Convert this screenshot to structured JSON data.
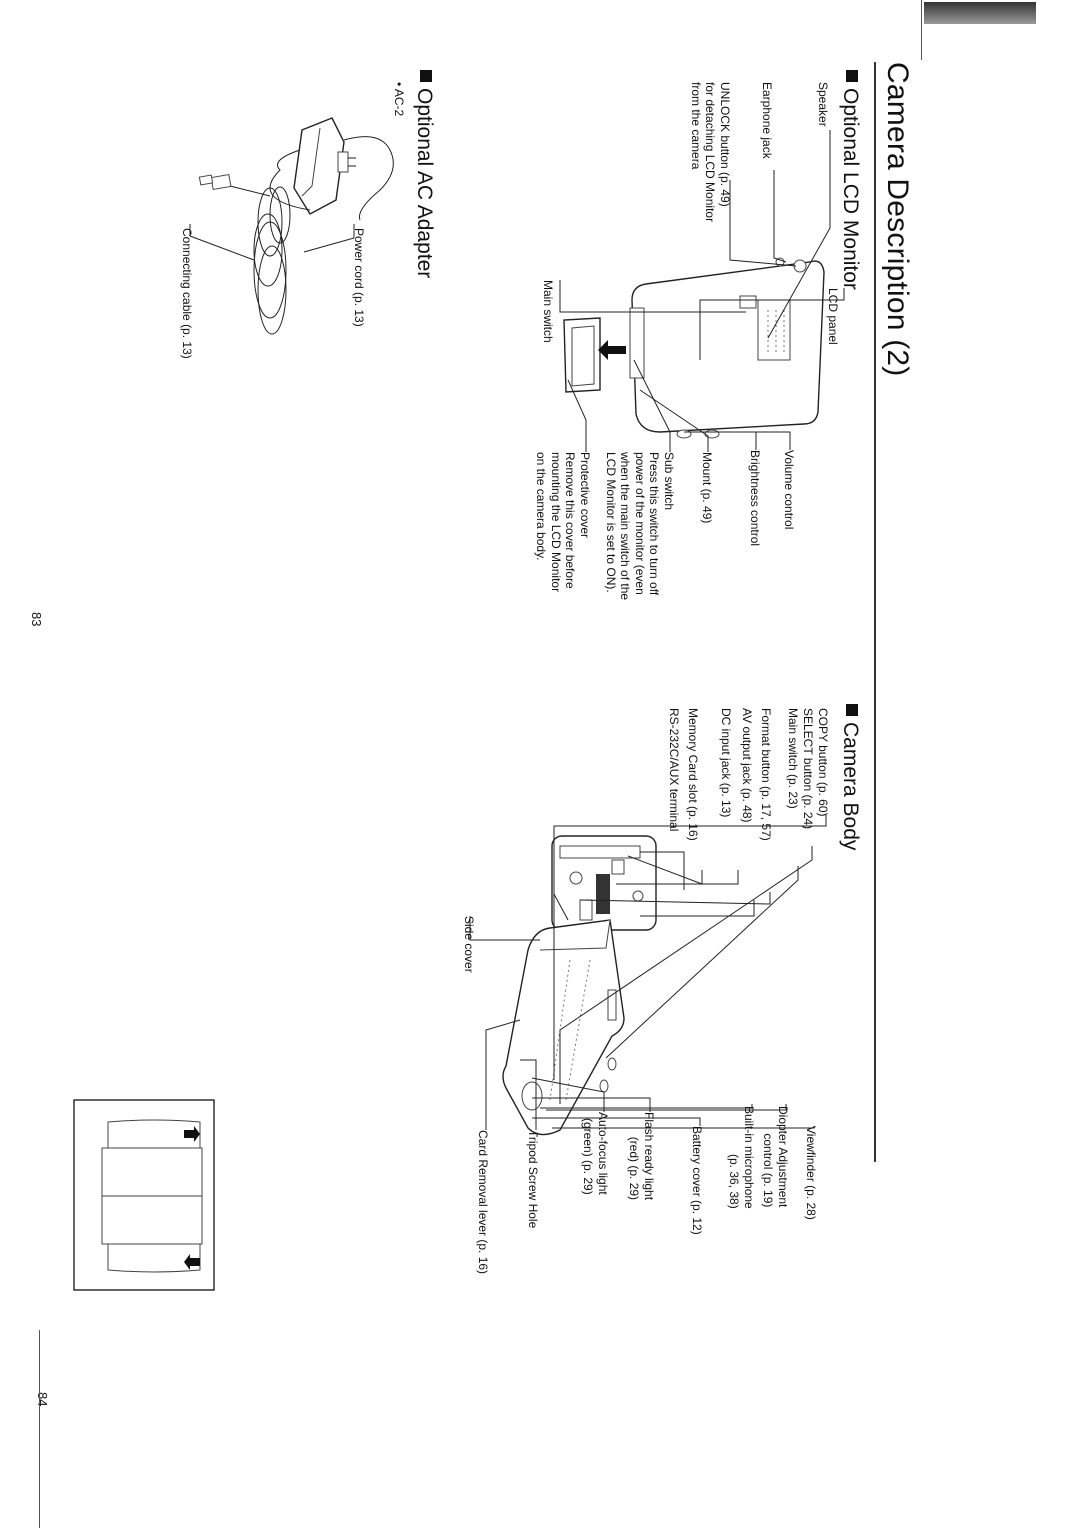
{
  "document": {
    "title": "Camera Description (2)",
    "left_page_number": "83",
    "right_page_number": "84"
  },
  "lcd_monitor": {
    "heading": "Optional LCD Monitor",
    "labels": {
      "speaker": "Speaker",
      "earphone_jack": "Earphone jack",
      "unlock_button": [
        "UNLOCK button (p. 49)",
        "for detaching LCD Monitor",
        "from the camera"
      ],
      "main_switch": "Main switch",
      "lcd_panel": "LCD panel",
      "volume_control": "Volume control",
      "brightness_control": "Brightness control",
      "mount": "Mount (p. 49)",
      "sub_switch": [
        "Sub switch",
        "Press this switch to turn off",
        "power of the monitor (even",
        "when the main switch of the",
        "LCD Monitor is set to ON)."
      ],
      "protective_cover": [
        "Protective cover",
        "Remove this cover before",
        "mounting the LCD Monitor",
        "on the camera body."
      ]
    }
  },
  "ac_adapter": {
    "heading": "Optional AC Adapter",
    "model": "• AC-2",
    "labels": {
      "power_cord": "Power cord (p. 13)",
      "connecting_cable": "Connecting cable (p. 13)"
    }
  },
  "camera_body": {
    "heading": "Camera Body",
    "labels_left": [
      "COPY button (p. 60)",
      "SELECT button (p. 24)",
      "Main switch (p. 23)",
      "Format button (p. 17, 57)",
      "AV output jack (p. 48)",
      "DC input jack (p. 13)",
      "Memory Card slot (p. 16)",
      "RS-232C/AUX terminal"
    ],
    "side_cover": "Side cover",
    "labels_right": {
      "viewfinder": "Viewfinder (p. 28)",
      "diopter": [
        "Diopter Adjustment",
        "control (p. 19)"
      ],
      "microphone": [
        "Built-in microphone",
        "(p. 36, 38)"
      ],
      "battery_cover": "Battery cover (p. 12)",
      "flash_ready": [
        "Flash ready light",
        "(red) (p. 29)"
      ],
      "autofocus": [
        "Auto-focus light",
        "(green) (p. 29)"
      ],
      "tripod": "Tripod Screw Hole",
      "card_removal": "Card Removal lever (p. 16)"
    }
  },
  "foldout_illustration": {
    "arrows": [
      "up-arrow",
      "down-arrow"
    ]
  }
}
